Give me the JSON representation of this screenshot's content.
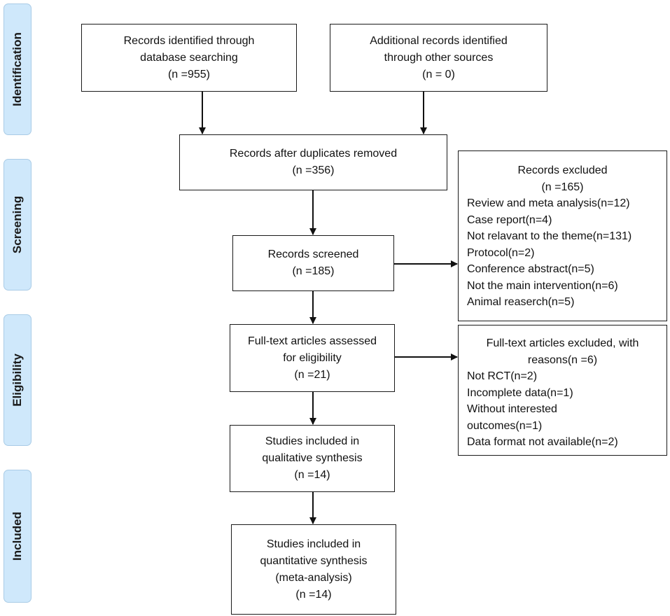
{
  "phases": {
    "identification": "Identification",
    "screening": "Screening",
    "eligibility": "Eligibility",
    "included": "Included"
  },
  "boxes": {
    "database_search": [
      "Records identified through",
      "database searching",
      "(n =955)"
    ],
    "other_sources": [
      "Additional records identified",
      "through other sources",
      "(n = 0)"
    ],
    "duplicates_removed": [
      "Records after duplicates removed",
      "(n =356)"
    ],
    "records_screened": [
      "Records screened",
      "(n =185)"
    ],
    "fulltext_assessed": [
      "Full-text articles assessed",
      "for eligibility",
      "(n =21)"
    ],
    "qualitative": [
      "Studies included in",
      "qualitative synthesis",
      "(n =14)"
    ],
    "quantitative": [
      "Studies included in",
      "quantitative synthesis",
      "(meta-analysis)",
      "(n =14)"
    ]
  },
  "records_excluded": {
    "title": "Records excluded",
    "count": "(n =165)",
    "items": [
      "Review and meta analysis(n=12)",
      "Case report(n=4)",
      "Not relavant to the theme(n=131)",
      "Protocol(n=2)",
      "Conference abstract(n=5)",
      "Not the main intervention(n=6)",
      "Animal reaserch(n=5)"
    ]
  },
  "fulltext_excluded": {
    "title": "Full-text articles excluded, with",
    "count": "reasons(n =6)",
    "items": [
      "Not RCT(n=2)",
      "Incomplete data(n=1)",
      "Without interested",
      "outcomes(n=1)",
      "Data format not available(n=2)"
    ]
  }
}
